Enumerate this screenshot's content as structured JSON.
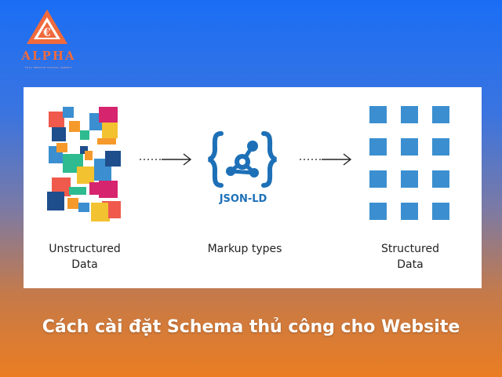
{
  "brand": {
    "name": "ALPHA",
    "tagline": "FULL SERVICE DIGITAL AGENCY",
    "color": "#f06a3d"
  },
  "diagram": {
    "stages": [
      {
        "label_line1": "Unstructured",
        "label_line2": "Data"
      },
      {
        "label_line1": "Markup types",
        "label_line2": ""
      },
      {
        "label_line1": "Structured",
        "label_line2": "Data"
      }
    ],
    "center_icon_label": "JSON-LD",
    "icon_color": "#1d70b7",
    "grid_color": "#3b8fd0",
    "mosaic_colors": [
      "#ef5a4c",
      "#f2c230",
      "#3b8fd0",
      "#1f4e8c",
      "#2dbb8f",
      "#f59a2a",
      "#d6246f"
    ]
  },
  "headline": "Cách cài đặt Schema thủ công cho Website"
}
